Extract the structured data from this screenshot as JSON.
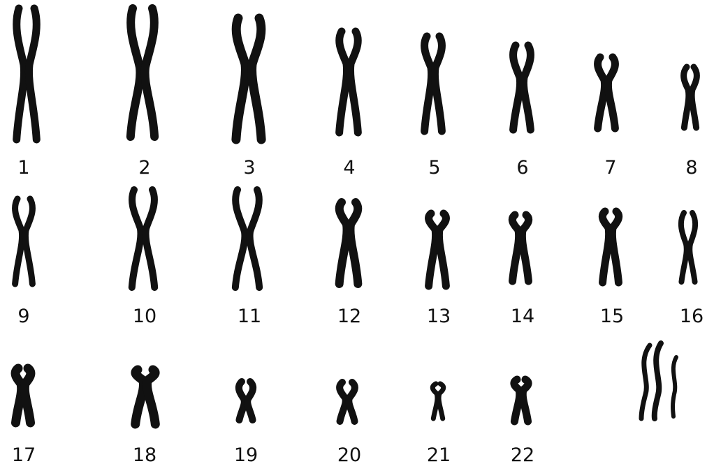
{
  "figure": {
    "ink_color": "#111111",
    "background": "#ffffff",
    "sex_chromosomes": {
      "label": ""
    },
    "chromosomes": [
      {
        "id": "1",
        "label": "1"
      },
      {
        "id": "2",
        "label": "2"
      },
      {
        "id": "3",
        "label": "3"
      },
      {
        "id": "4",
        "label": "4"
      },
      {
        "id": "5",
        "label": "5"
      },
      {
        "id": "6",
        "label": "6"
      },
      {
        "id": "7",
        "label": "7"
      },
      {
        "id": "8",
        "label": "8"
      },
      {
        "id": "9",
        "label": "9"
      },
      {
        "id": "10",
        "label": "10"
      },
      {
        "id": "11",
        "label": "11"
      },
      {
        "id": "12",
        "label": "12"
      },
      {
        "id": "13",
        "label": "13"
      },
      {
        "id": "14",
        "label": "14"
      },
      {
        "id": "15",
        "label": "15"
      },
      {
        "id": "16",
        "label": "16"
      },
      {
        "id": "17",
        "label": "17"
      },
      {
        "id": "18",
        "label": "18"
      },
      {
        "id": "19",
        "label": "19"
      },
      {
        "id": "20",
        "label": "20"
      },
      {
        "id": "21",
        "label": "21"
      },
      {
        "id": "22",
        "label": "22"
      }
    ]
  }
}
